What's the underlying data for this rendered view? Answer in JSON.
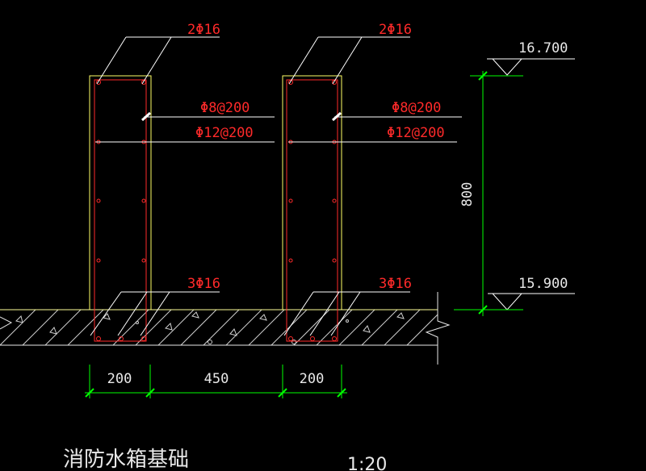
{
  "colors": {
    "background": "#000000",
    "concrete_outline": "#ffff66",
    "rebar": "#ff2a2a",
    "leader": "#ffffff",
    "dimension": "#00ff00",
    "ground": "#ffff99",
    "hatch": "#d0d0d0"
  },
  "walls": [
    {
      "name": "left-wall",
      "top_label": "2Φ16",
      "stirrup_label": "Φ8@200",
      "dist_label": "Φ12@200",
      "bottom_label": "3Φ16"
    },
    {
      "name": "right-wall",
      "top_label": "2Φ16",
      "stirrup_label": "Φ8@200",
      "dist_label": "Φ12@200",
      "bottom_label": "3Φ16"
    }
  ],
  "elevations": {
    "top": "16.700",
    "bottom": "15.900"
  },
  "vertical_dimension": "800",
  "horizontal_dimensions": [
    "200",
    "450",
    "200"
  ],
  "title": "消防水箱基础",
  "scale": "1:20"
}
